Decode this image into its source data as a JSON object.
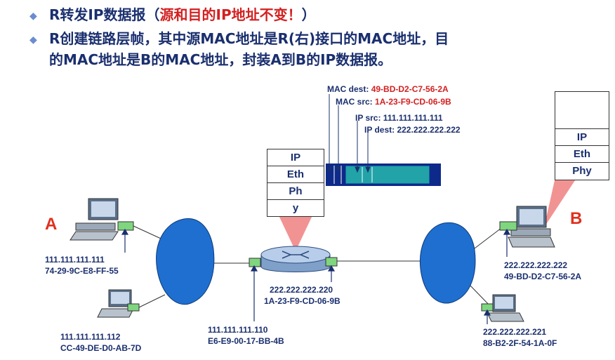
{
  "bullets": {
    "line1_a": "R转发IP数据报（",
    "line1_b": "源和目的IP地址不变！",
    "line1_c": "）",
    "line2": "R创建链路层帧，其中源MAC地址是R(右)接口的MAC地址，目",
    "line3": "的MAC地址是B的MAC地址，封装A到B的IP数据报。"
  },
  "frame": {
    "mac_dest_label": "MAC dest:",
    "mac_dest_value": "49-BD-D2-C7-56-2A",
    "mac_src_label": "MAC src:",
    "mac_src_value": "1A-23-F9-CD-06-9B",
    "ip_src": "IP src: 111.111.111.111",
    "ip_dest": "IP dest: 222.222.222.222"
  },
  "router_stack": [
    "IP",
    "Eth",
    "Ph",
    "y"
  ],
  "b_stack": [
    "IP",
    "Eth",
    "Phy"
  ],
  "hosts": {
    "a_name": "A",
    "a_ip": "111.111.111.111",
    "a_mac": "74-29-9C-E8-FF-55",
    "a2_ip": "111.111.111.112",
    "a2_mac": "CC-49-DE-D0-AB-7D",
    "r_left_ip": "111.111.111.110",
    "r_left_mac": "E6-E9-00-17-BB-4B",
    "r_right_ip": "222.222.222.220",
    "r_right_mac": "1A-23-F9-CD-06-9B",
    "b_name": "B",
    "b_ip": "222.222.222.222",
    "b_mac": "49-BD-D2-C7-56-2A",
    "b2_ip": "222.222.222.221",
    "b2_mac": "88-B2-2F-54-1A-0F"
  },
  "colors": {
    "text": "#1a2f6e",
    "accent": "#d42020",
    "network": "#1e6fd0",
    "frame": "#0d2a8a",
    "frame_payload": "#21a3a8"
  }
}
